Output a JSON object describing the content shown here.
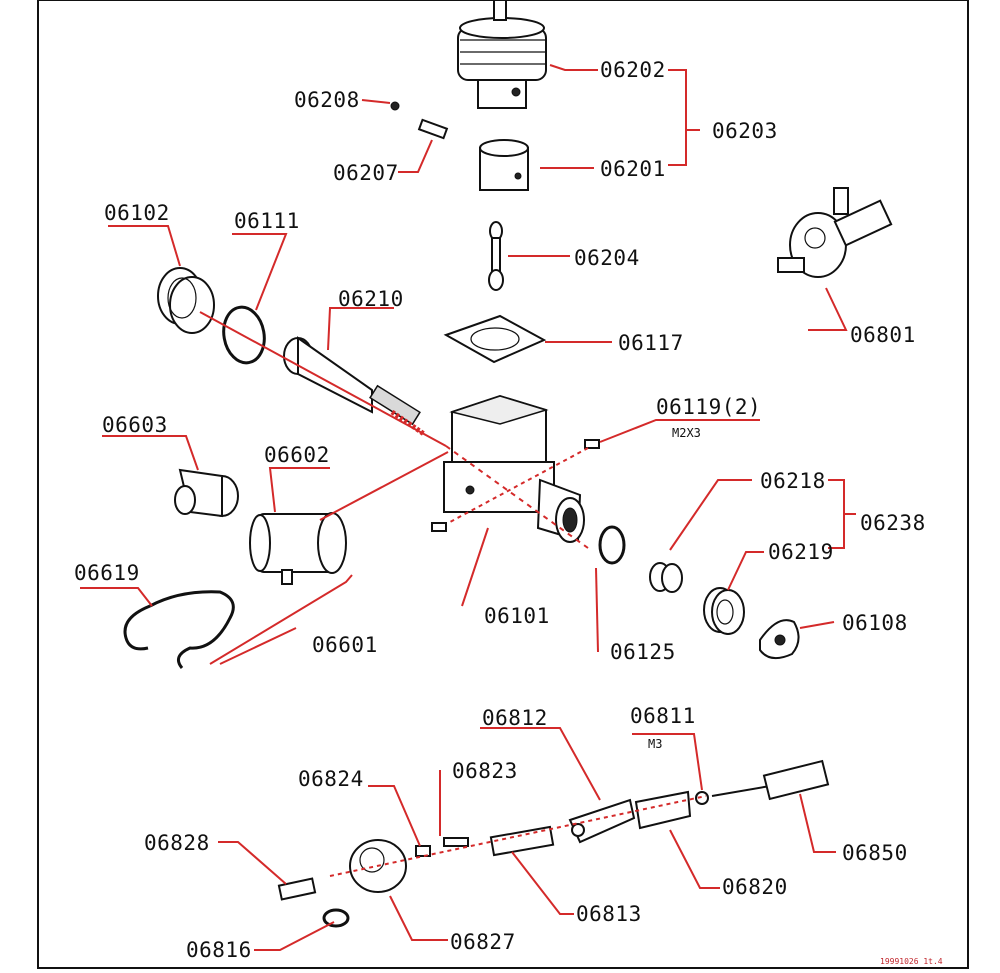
{
  "labels": {
    "p06202": "06202",
    "p06203": "06203",
    "p06208": "06208",
    "p06207": "06207",
    "p06201": "06201",
    "p06102": "06102",
    "p06111": "06111",
    "p06204": "06204",
    "p06210": "06210",
    "p06801": "06801",
    "p06117": "06117",
    "p06119": "06119(2)",
    "p06119_sub": "M2X3",
    "p06603": "06603",
    "p06602": "06602",
    "p06218": "06218",
    "p06238": "06238",
    "p06219": "06219",
    "p06619": "06619",
    "p06101": "06101",
    "p06108": "06108",
    "p06601": "06601",
    "p06125": "06125",
    "p06812": "06812",
    "p06811": "06811",
    "p06811_sub": "M3",
    "p06824": "06824",
    "p06823": "06823",
    "p06828": "06828",
    "p06850": "06850",
    "p06820": "06820",
    "p06813": "06813",
    "p06827": "06827",
    "p06816": "06816"
  },
  "stamp": "19991026 1t.4",
  "colors": {
    "leader": "#d42a2a",
    "line": "#111111"
  }
}
